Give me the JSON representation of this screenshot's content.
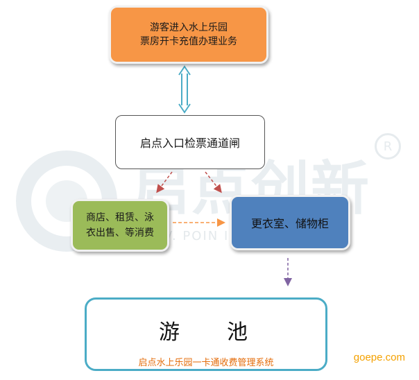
{
  "nodes": {
    "entry": {
      "line1": "游客进入水上乐园",
      "line2": "票房开卡充值办理业务"
    },
    "gate": {
      "label": "启点入口检票通道闸"
    },
    "shops": {
      "line1": "商店、租赁、泳",
      "line2": "衣出售、等消费"
    },
    "locker": {
      "label": "更衣室、储物柜"
    },
    "pool": {
      "title": "游池",
      "subtitle": "启点水上乐园一卡通收费管理系统"
    }
  },
  "watermark": {
    "brand": "启点创新",
    "tagline": "V. POIN         ION",
    "reg_mark": "R"
  },
  "site_label": "goepe.com",
  "colors": {
    "entry": "#f79646",
    "shops": "#9bbb59",
    "locker": "#4f81bd",
    "pool_border": "#4bacc6",
    "arrow_double": "#4bacc6",
    "arrow_red": "#c0504d",
    "arrow_orange": "#f79646",
    "arrow_purple": "#8064a2"
  }
}
